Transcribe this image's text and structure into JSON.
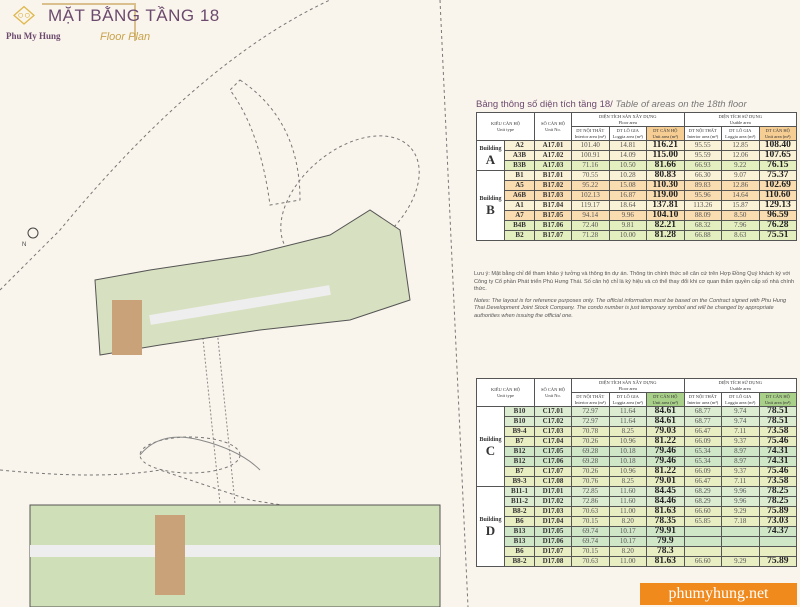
{
  "header": {
    "title": "MẶT BẰNG TẦNG 18",
    "subtitle": "Floor Plan",
    "logo_text": "Phu My Hung"
  },
  "plan": {
    "compass_label": "N"
  },
  "table1": {
    "title_vi": "Bảng thông số diện tích tầng 18/",
    "title_en": "Table of areas on the 18th floor",
    "headers": {
      "unit_type": "KIỂU CĂN HỘ",
      "unit_type_en": "Unit type",
      "unit_no": "SỐ CĂN HỘ",
      "unit_no_en": "Unit No.",
      "floor_area": "DIỆN TÍCH SÀN XÂY DỰNG",
      "floor_area_en": "Floor area",
      "usable_area": "DIỆN TÍCH SỬ DỤNG",
      "usable_area_en": "Usable area",
      "interior": "DT NỘI THẤT",
      "interior_en": "Interior area (m²)",
      "loggia": "DT LÔ GIA",
      "loggia_en": "Loggia area (m²)",
      "unit": "DT CĂN HỘ",
      "unit_en": "Unit area (m²)"
    },
    "buildings": [
      {
        "label": "Building",
        "letter": "A"
      },
      {
        "label": "Building",
        "letter": "B"
      }
    ],
    "rows": [
      [
        "A2",
        "A17.01",
        "101.40",
        "14.81",
        "116.21",
        "95.55",
        "12.85",
        "108.40"
      ],
      [
        "A3B",
        "A17.02",
        "100.91",
        "14.09",
        "115.00",
        "95.59",
        "12.06",
        "107.65"
      ],
      [
        "B3B",
        "A17.03",
        "71.16",
        "10.50",
        "81.66",
        "66.93",
        "9.22",
        "76.15"
      ],
      [
        "B1",
        "B17.01",
        "70.55",
        "10.28",
        "80.83",
        "66.30",
        "9.07",
        "75.37"
      ],
      [
        "A5",
        "B17.02",
        "95.22",
        "15.08",
        "110.30",
        "89.83",
        "12.86",
        "102.69"
      ],
      [
        "A6B",
        "B17.03",
        "102.13",
        "16.87",
        "119.00",
        "95.96",
        "14.64",
        "110.60"
      ],
      [
        "A1",
        "B17.04",
        "119.17",
        "18.64",
        "137.81",
        "113.26",
        "15.87",
        "129.13"
      ],
      [
        "A7",
        "B17.05",
        "94.14",
        "9.96",
        "104.10",
        "88.09",
        "8.50",
        "96.59"
      ],
      [
        "B4B",
        "B17.06",
        "72.40",
        "9.81",
        "82.21",
        "68.32",
        "7.96",
        "76.28"
      ],
      [
        "B2",
        "B17.07",
        "71.28",
        "10.00",
        "81.28",
        "66.88",
        "8.63",
        "75.51"
      ]
    ]
  },
  "notes": {
    "vi": "Lưu ý: Mặt bằng chỉ để tham khảo ý tưởng và thông tin dự án. Thông tin chính thức sẽ căn cứ trên Hợp Đồng Quý khách ký với Công ty Cổ phần Phát triển Phú Hưng Thái. Số căn hộ chỉ là ký hiệu và có thể thay đổi khi cơ quan thẩm quyền cấp số nhà chính thức.",
    "en": "Notes: The layout is for reference purposes only. The official information must be based on the Contract signed with Phu Hung Thai Development Joint Stock Company. The condo number is just temporary symbol and will be changed by appropriate authorities when issuing the official one."
  },
  "table2": {
    "buildings": [
      {
        "label": "Building",
        "letter": "C"
      },
      {
        "label": "Building",
        "letter": "D"
      }
    ],
    "rows": [
      [
        "B10",
        "C17.01",
        "72.97",
        "11.64",
        "84.61",
        "68.77",
        "9.74",
        "78.51"
      ],
      [
        "B10",
        "C17.02",
        "72.97",
        "11.64",
        "84.61",
        "68.77",
        "9.74",
        "78.51"
      ],
      [
        "B9-4",
        "C17.03",
        "70.78",
        "8.25",
        "79.03",
        "66.47",
        "7.11",
        "73.58"
      ],
      [
        "B7",
        "C17.04",
        "70.26",
        "10.96",
        "81.22",
        "66.09",
        "9.37",
        "75.46"
      ],
      [
        "B12",
        "C17.05",
        "69.28",
        "10.18",
        "79.46",
        "65.34",
        "8.97",
        "74.31"
      ],
      [
        "B12",
        "C17.06",
        "69.28",
        "10.18",
        "79.46",
        "65.34",
        "8.97",
        "74.31"
      ],
      [
        "B7",
        "C17.07",
        "70.26",
        "10.96",
        "81.22",
        "66.09",
        "9.37",
        "75.46"
      ],
      [
        "B9-3",
        "C17.08",
        "70.76",
        "8.25",
        "79.01",
        "66.47",
        "7.11",
        "73.58"
      ],
      [
        "B11-1",
        "D17.01",
        "72.85",
        "11.60",
        "84.45",
        "68.29",
        "9.96",
        "78.25"
      ],
      [
        "B11-2",
        "D17.02",
        "72.86",
        "11.60",
        "84.46",
        "68.29",
        "9.96",
        "78.25"
      ],
      [
        "B8-2",
        "D17.03",
        "70.63",
        "11.00",
        "81.63",
        "66.60",
        "9.29",
        "75.89"
      ],
      [
        "B6",
        "D17.04",
        "70.15",
        "8.20",
        "78.35",
        "65.85",
        "7.18",
        "73.03"
      ],
      [
        "B13",
        "D17.05",
        "69.74",
        "10.17",
        "79.91",
        "",
        "",
        "74.37"
      ],
      [
        "B13",
        "D17.06",
        "69.74",
        "10.17",
        "79.9",
        "",
        "",
        ""
      ],
      [
        "B6",
        "D17.07",
        "70.15",
        "8.20",
        "78.3",
        "",
        "",
        ""
      ],
      [
        "B8-2",
        "D17.08",
        "70.63",
        "11.00",
        "81.63",
        "66.60",
        "9.29",
        "75.89"
      ]
    ]
  },
  "watermark": "phumyhung.net"
}
